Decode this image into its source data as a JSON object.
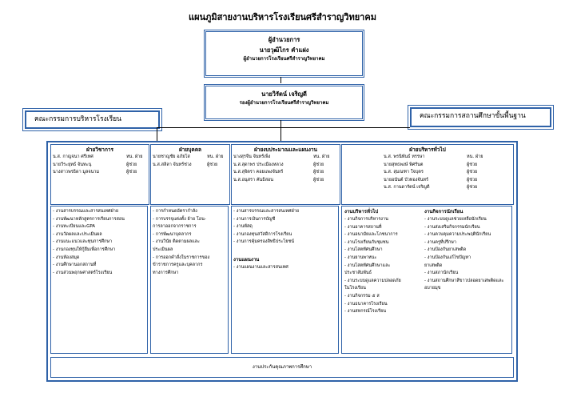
{
  "title": "แผนภูมิสายงานบริหารโรงเรียนศรีสำราญวิทยาคม",
  "director": {
    "position": "ผู้อำนวยการ",
    "name": "นายวุฒิไกร คำแฝง",
    "role": "ผู้อำนวยการโรงเรียนศรีสำราญวิทยาคม"
  },
  "deputy": {
    "name": "นายวิรัตน์ เจริญดี",
    "role": "รองผู้อำนวยการโรงเรียนศรีสำราญวิทยาคม"
  },
  "left_committee": "คณะกรรมการบริหารโรงเรียน",
  "right_committee": "คณะกรรมการสถานศึกษาขั้นพื้นฐาน",
  "departments": [
    {
      "header": "ฝ่ายวิชาการ",
      "people": [
        {
          "name": "น.ส. กาญจนา ศรีเทศ",
          "role": "หน. ฝ่าย"
        },
        {
          "name": "นายวีระยุทธ์ จันทะนุ",
          "role": "ผู้ช่วย"
        },
        {
          "name": "นางสาวพรธิดา มูลจนาม",
          "role": "ผู้ช่วย"
        }
      ],
      "tasks": [
        "- งานสารบรรณและสารสนเทศฝ่าย",
        "- งานพัฒนาหลักสูตรการเรียนการสอน",
        "- งานทะเบียนและGPA",
        "- งานวัดผลและประเมินผล",
        "- งานแนะแนวและทุนการศึกษา",
        "- งานกองทุนให้กู้ยืมเพื่อการศึกษา",
        "- งานห้องสมุด",
        "- งานศึกษานอกสถานที่",
        "- งานส่วนพฤกษศาสตร์โรงเรียน"
      ]
    },
    {
      "header": "ฝ่ายบุคคล",
      "people": [
        {
          "name": "นายชาญชัย อภัยโส",
          "role": "หน. ฝ่าย"
        },
        {
          "name": "น.ส.สลิลา จันทร์ช่วง",
          "role": "ผู้ช่วย"
        }
      ],
      "tasks": [
        "- การกำหนดอัตรากำลัง",
        "- การบรรจุแต่งตั้ง ย้าย โอน-",
        "การลาออกจากราชการ",
        "- การพัฒนาบุคลากร",
        "- งานวินัย ติดตามผลและ",
        "ประเมินผล",
        "- การออกคำสั่งในราชการของ",
        "ข้าราชการครูและบุคลากร",
        "ทางการศึกษา"
      ]
    },
    {
      "header": "ฝ่ายงบประมาณและแผนงาน",
      "people": [
        {
          "name": "นางสุรจีน จันทร์เพ็ง",
          "role": "หน. ฝ่าย"
        },
        {
          "name": "น.ส.สุดาพร ประเมืองหลวง",
          "role": "ผู้ช่วย"
        },
        {
          "name": "น.ส.สุจิตรา คอยแพงจันทร์",
          "role": "ผู้ช่วย"
        },
        {
          "name": "น.ส.อนุสรา คันธิสอน",
          "role": "ผู้ช่วย"
        }
      ],
      "tasks": [
        "- งานสารบรรณและสารสนเทศฝ่าย",
        "- งานการเงินการบัญชี",
        "- งานพัสดุ",
        "- งานกองทุนสวัสดิการโรงเรียน",
        "- งานการคุ้มครองสิทธิประโยชน์"
      ],
      "sub_heading": "งานแผนงาน",
      "sub_tasks": [
        "- งานแผนงานและสารสนเทศ"
      ]
    },
    {
      "header": "ฝ่ายบริหารทั่วไป",
      "people": [
        {
          "name": "น.ส. พรนิพันธ์ หรรษา",
          "role": "หน. ฝ่าย"
        },
        {
          "name": "นายสุทธพงษ์ พิศรันต",
          "role": "ผู้ช่วย"
        },
        {
          "name": "น.ส. สุมณฑา ใจบุตร",
          "role": "ผู้ช่วย"
        },
        {
          "name": "นายอนันต์ บัวทองจันทร์",
          "role": "ผู้ช่วย"
        },
        {
          "name": "น.ส. กานดารัตน์ เจริญดี",
          "role": "ผู้ช่วย"
        }
      ],
      "general": {
        "heading": "งานบริหารทั่วไป",
        "tasks": [
          "- งานกิจการบริหารงาน",
          "- งานอาคารสถานที่",
          "- งานอนามัยและโภชนาการ",
          "- งานโรงเรียนกับชุมชน",
          "- งานโสตทัศนศึกษา",
          "- งานยานพาหนะ",
          "- งานโสตทัศนศึกษาและ",
          "ประชาสัมพันธ์",
          "- งานระบบดูแลความปลอดภัย",
          "ในโรงเรียน",
          "- งานกิจกรรม ๕ ส",
          "- งานธนาคารโรงเรียน",
          "- งานสหกรณ์โรงเรียน"
        ]
      },
      "student": {
        "heading": "งานกิจการนักเรียน",
        "tasks": [
          "- งานระบบดูแลช่วยเหลือนักเรียน",
          "- งานส่งเสริมกิจกรรมนักเรียน",
          "- งานควบคุมความประพฤตินักเรียน",
          "- งานครูที่ปรึกษา",
          "- งานป้องกันยาเสพติด",
          "- งานป้องกันแก้ไขปัญหา",
          "ยาเสพติด",
          "- งานสภานักเรียน",
          "- งานสถานศึกษาสีขาวปลอดยาเสพติดและอบายมุข"
        ]
      }
    }
  ],
  "footer": "งานประกันคุณภาพการศึกษา",
  "colors": {
    "border": "#2f62a8",
    "line": "#000000"
  }
}
